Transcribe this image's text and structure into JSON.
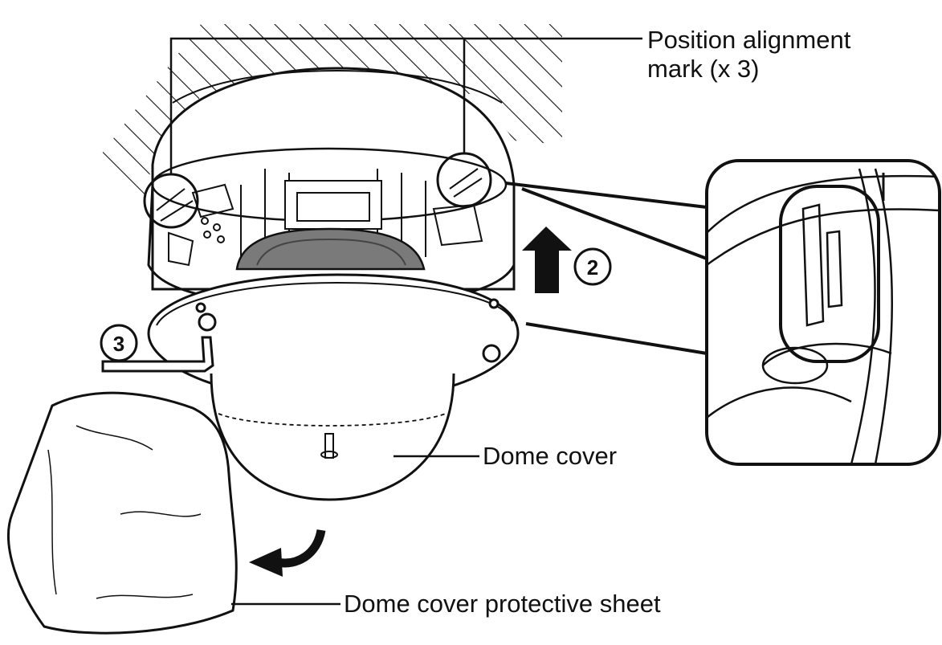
{
  "labels": {
    "position_alignment_mark_line1": "Position alignment",
    "position_alignment_mark_line2": "mark (x 3)",
    "dome_cover": "Dome cover",
    "dome_cover_protective_sheet": "Dome cover protective sheet"
  },
  "steps": {
    "step_2": "2",
    "step_3": "3"
  },
  "colors": {
    "ink": "#111111",
    "lens_gray": "#7a7a7a",
    "background": "#ffffff"
  }
}
